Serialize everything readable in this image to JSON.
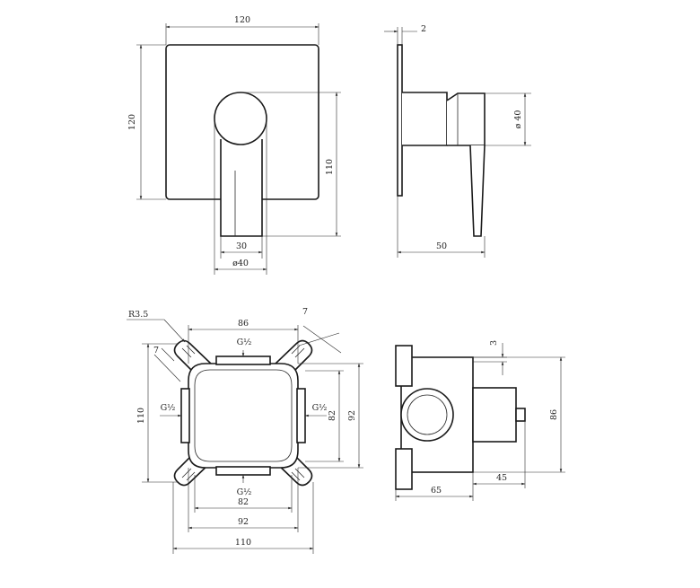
{
  "dimensions": {
    "front_width": "120",
    "front_height": "120",
    "lever_drop": "110",
    "lever_width": "30",
    "knob_diameter": "ø40",
    "plate_thickness": "2",
    "side_diameter": "ø 40",
    "side_depth": "50",
    "box_corner_radius": "R3.5",
    "box_top_width": "86",
    "slot_left": "7",
    "slot_right": "7",
    "port_top": "G½",
    "port_left": "G½",
    "port_right": "G½",
    "port_bottom": "G½",
    "box_left_height": "110",
    "box_inner_height": "82",
    "box_outer_height": "92",
    "box_bottom_inner": "82",
    "box_bottom_outer": "92",
    "box_bottom_total": "110",
    "box_side_offset": "3",
    "box_side_height": "86",
    "box_side_stem": "45",
    "box_side_depth": "65"
  }
}
